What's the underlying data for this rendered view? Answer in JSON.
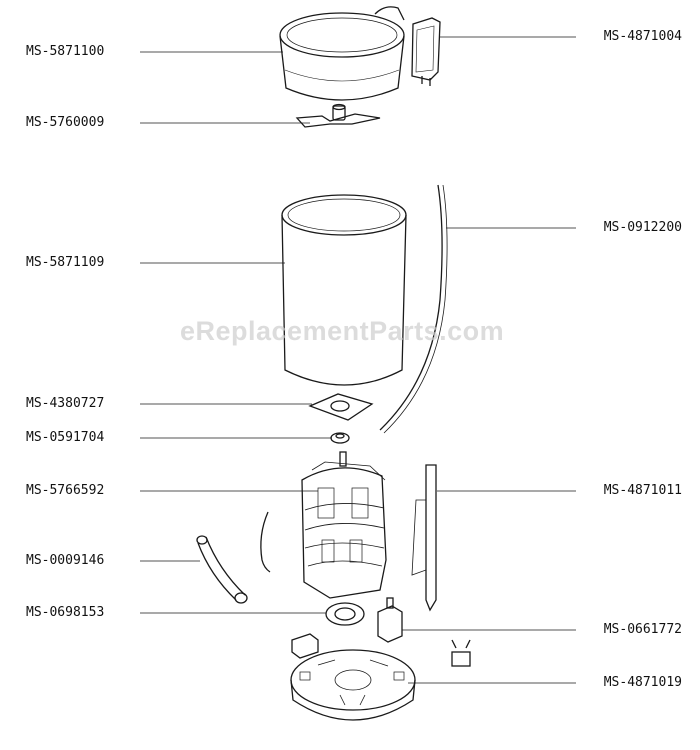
{
  "diagram": {
    "watermark": "eReplacementParts.com",
    "line_color": "#1a1a1a",
    "labels": {
      "ms_5871100": "MS-5871100",
      "ms_5760009": "MS-5760009",
      "ms_5871109": "MS-5871109",
      "ms_4380727": "MS-4380727",
      "ms_0591704": "MS-0591704",
      "ms_5766592": "MS-5766592",
      "ms_0009146": "MS-0009146",
      "ms_0698153": "MS-0698153",
      "ms_4871004": "MS-4871004",
      "ms_0912200": "MS-0912200",
      "ms_4871011": "MS-4871011",
      "ms_0661772": "MS-0661772",
      "ms_4871019": "MS-4871019"
    }
  }
}
